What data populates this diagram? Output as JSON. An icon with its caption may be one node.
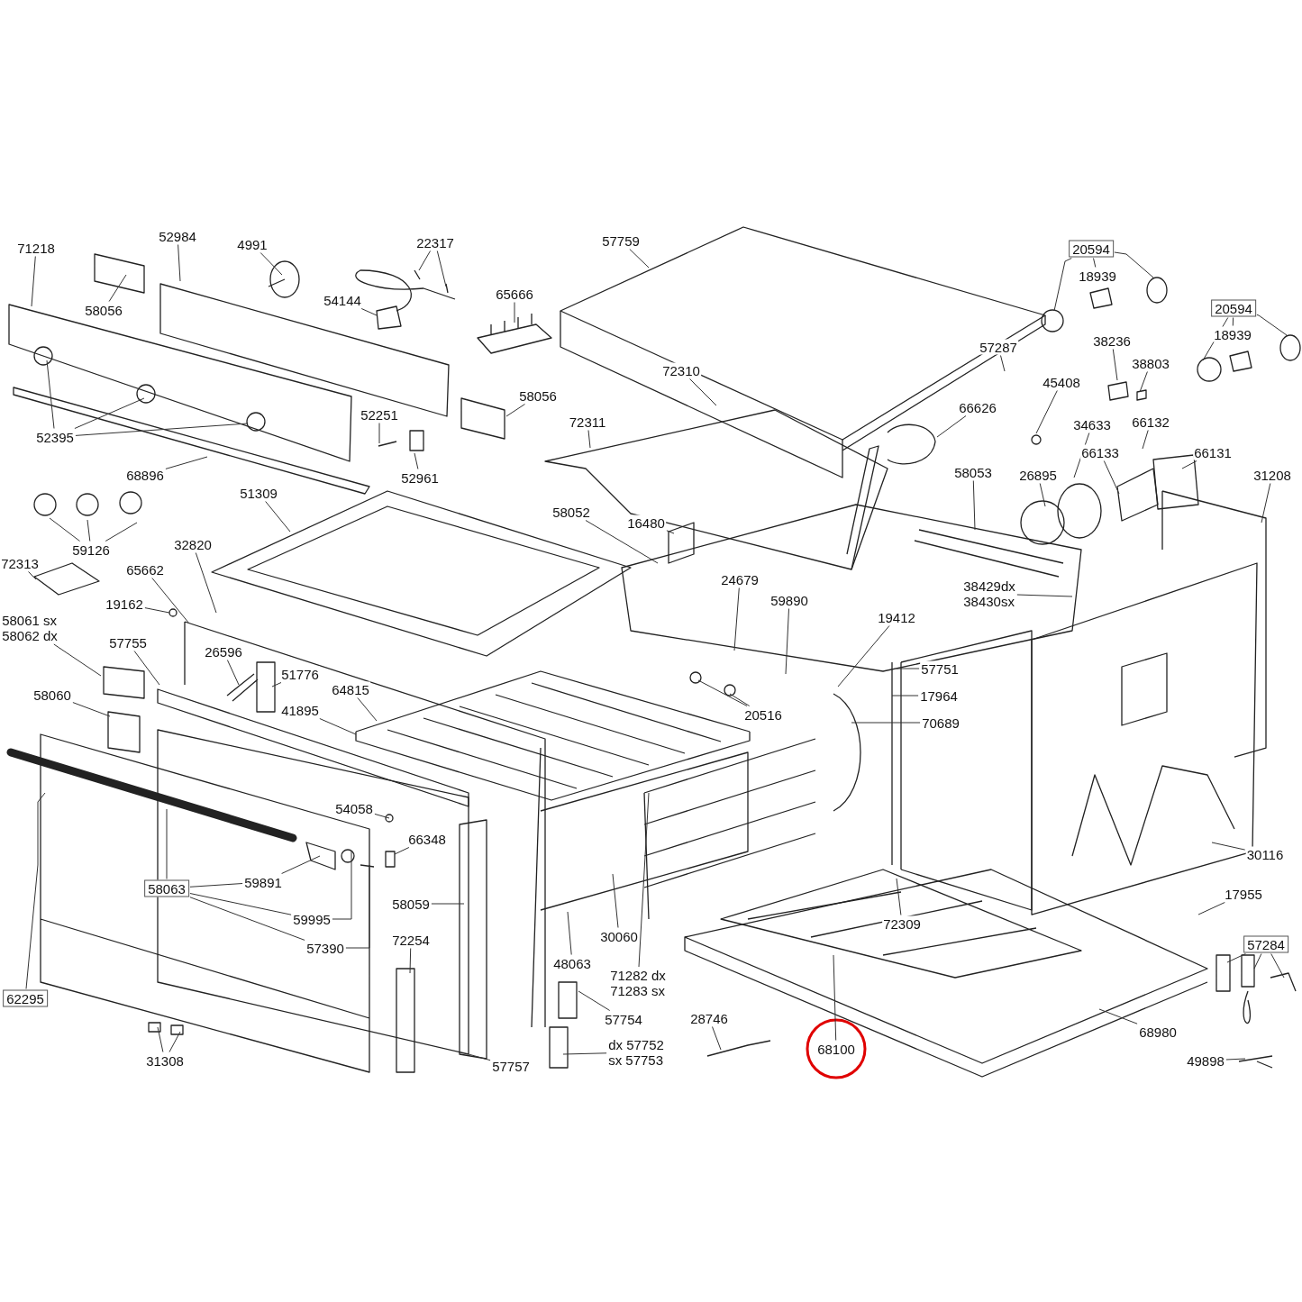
{
  "diagram": {
    "nodes": [
      {
        "text": [
          "71218"
        ]
      },
      {
        "text": [
          "52984"
        ]
      },
      {
        "text": [
          "4991"
        ]
      },
      {
        "text": [
          "22317"
        ]
      },
      {
        "text": [
          "58056"
        ]
      },
      {
        "text": [
          "54144"
        ]
      },
      {
        "text": [
          "65666"
        ]
      },
      {
        "text": [
          "57759"
        ]
      },
      {
        "text": [
          "20594"
        ]
      },
      {
        "text": [
          "18939"
        ]
      },
      {
        "text": [
          "72310"
        ]
      },
      {
        "text": [
          "57287"
        ]
      },
      {
        "text": [
          "38236"
        ]
      },
      {
        "text": [
          "20594"
        ]
      },
      {
        "text": [
          "18939"
        ]
      },
      {
        "text": [
          "38803"
        ]
      },
      {
        "text": [
          "58056"
        ]
      },
      {
        "text": [
          "45408"
        ]
      },
      {
        "text": [
          "52251"
        ]
      },
      {
        "text": [
          "66626"
        ]
      },
      {
        "text": [
          "72311"
        ]
      },
      {
        "text": [
          "34633"
        ]
      },
      {
        "text": [
          "66132"
        ]
      },
      {
        "text": [
          "52395"
        ]
      },
      {
        "text": [
          "66133"
        ]
      },
      {
        "text": [
          "66131"
        ]
      },
      {
        "text": [
          "26895"
        ]
      },
      {
        "text": [
          "58053"
        ]
      },
      {
        "text": [
          "31208"
        ]
      },
      {
        "text": [
          "68896"
        ]
      },
      {
        "text": [
          "52961"
        ]
      },
      {
        "text": [
          "51309"
        ]
      },
      {
        "text": [
          "58052"
        ]
      },
      {
        "text": [
          "16480"
        ]
      },
      {
        "text": [
          "59126"
        ]
      },
      {
        "text": [
          "32820"
        ]
      },
      {
        "text": [
          "72313"
        ]
      },
      {
        "text": [
          "65662"
        ]
      },
      {
        "text": [
          "24679"
        ]
      },
      {
        "text": [
          "59890"
        ]
      },
      {
        "text": [
          "38429dx",
          "38430sx"
        ]
      },
      {
        "text": [
          "19162"
        ]
      },
      {
        "text": [
          "19412"
        ]
      },
      {
        "text": [
          "58061 sx",
          "58062 dx"
        ]
      },
      {
        "text": [
          "57755"
        ]
      },
      {
        "text": [
          "26596"
        ]
      },
      {
        "text": [
          "51776"
        ]
      },
      {
        "text": [
          "57751"
        ]
      },
      {
        "text": [
          "58060"
        ]
      },
      {
        "text": [
          "64815"
        ]
      },
      {
        "text": [
          "17964"
        ]
      },
      {
        "text": [
          "41895"
        ]
      },
      {
        "text": [
          "20516"
        ]
      },
      {
        "text": [
          "70689"
        ]
      },
      {
        "text": [
          "54058"
        ]
      },
      {
        "text": [
          "66348"
        ]
      },
      {
        "text": [
          "30116"
        ]
      },
      {
        "text": [
          "59891"
        ]
      },
      {
        "text": [
          "58063"
        ]
      },
      {
        "text": [
          "17955"
        ]
      },
      {
        "text": [
          "59995"
        ]
      },
      {
        "text": [
          "58059"
        ]
      },
      {
        "text": [
          "72309"
        ]
      },
      {
        "text": [
          "30060"
        ]
      },
      {
        "text": [
          "72254"
        ]
      },
      {
        "text": [
          "57284"
        ]
      },
      {
        "text": [
          "57390"
        ]
      },
      {
        "text": [
          "48063"
        ]
      },
      {
        "text": [
          "71282 dx",
          "71283 sx"
        ]
      },
      {
        "text": [
          "62295"
        ]
      },
      {
        "text": [
          "57754"
        ]
      },
      {
        "text": [
          "28746"
        ]
      },
      {
        "text": [
          "68980"
        ]
      },
      {
        "text": [
          "dx 57752",
          "sx 57753"
        ]
      },
      {
        "text": [
          "68100"
        ]
      },
      {
        "text": [
          "31308"
        ]
      },
      {
        "text": [
          "57757"
        ]
      },
      {
        "text": [
          "49898"
        ]
      }
    ],
    "edges": [
      {
        "from": 0,
        "to": null,
        "arrow": "none"
      },
      {
        "from": 1,
        "to": null,
        "arrow": "none"
      },
      {
        "from": 2,
        "to": null,
        "arrow": "none"
      },
      {
        "from": 3,
        "to": null,
        "arrow": "none"
      },
      {
        "from": 3,
        "to": null,
        "arrow": "none"
      },
      {
        "from": 4,
        "to": null,
        "arrow": "none"
      },
      {
        "from": 5,
        "to": null,
        "arrow": "none"
      },
      {
        "from": 6,
        "to": null,
        "arrow": "none"
      },
      {
        "from": 7,
        "to": null,
        "arrow": "none"
      },
      {
        "from": 8,
        "to": null,
        "arrow": "none"
      },
      {
        "from": 8,
        "to": null,
        "arrow": "none"
      },
      {
        "from": 8,
        "to": 9,
        "arrow": "none"
      },
      {
        "from": 10,
        "to": null,
        "arrow": "none"
      },
      {
        "from": 11,
        "to": null,
        "arrow": "none"
      },
      {
        "from": 12,
        "to": null,
        "arrow": "none"
      },
      {
        "from": 13,
        "to": null,
        "arrow": "none"
      },
      {
        "from": 13,
        "to": null,
        "arrow": "none"
      },
      {
        "from": 13,
        "to": 14,
        "arrow": "none"
      },
      {
        "from": 15,
        "to": null,
        "arrow": "none"
      },
      {
        "from": 16,
        "to": null,
        "arrow": "none"
      },
      {
        "from": 17,
        "to": null,
        "arrow": "none"
      },
      {
        "from": 18,
        "to": null,
        "arrow": "none"
      },
      {
        "from": 19,
        "to": null,
        "arrow": "none"
      },
      {
        "from": 20,
        "to": null,
        "arrow": "none"
      },
      {
        "from": 21,
        "to": null,
        "arrow": "none"
      },
      {
        "from": 22,
        "to": null,
        "arrow": "none"
      },
      {
        "from": 23,
        "to": null,
        "arrow": "none"
      },
      {
        "from": 23,
        "to": null,
        "arrow": "none"
      },
      {
        "from": 23,
        "to": null,
        "arrow": "none"
      },
      {
        "from": 24,
        "to": null,
        "arrow": "none"
      },
      {
        "from": 25,
        "to": null,
        "arrow": "none"
      },
      {
        "from": 26,
        "to": null,
        "arrow": "none"
      },
      {
        "from": 27,
        "to": null,
        "arrow": "none"
      },
      {
        "from": 28,
        "to": null,
        "arrow": "none"
      },
      {
        "from": 29,
        "to": null,
        "arrow": "none"
      },
      {
        "from": 30,
        "to": null,
        "arrow": "none"
      },
      {
        "from": 31,
        "to": null,
        "arrow": "none"
      },
      {
        "from": 32,
        "to": null,
        "arrow": "none"
      },
      {
        "from": 33,
        "to": null,
        "arrow": "none"
      },
      {
        "from": 34,
        "to": null,
        "arrow": "none"
      },
      {
        "from": 34,
        "to": null,
        "arrow": "none"
      },
      {
        "from": 34,
        "to": null,
        "arrow": "none"
      },
      {
        "from": 35,
        "to": null,
        "arrow": "none"
      },
      {
        "from": 36,
        "to": null,
        "arrow": "none"
      },
      {
        "from": 37,
        "to": null,
        "arrow": "none"
      },
      {
        "from": 38,
        "to": null,
        "arrow": "none"
      },
      {
        "from": 39,
        "to": null,
        "arrow": "none"
      },
      {
        "from": 40,
        "to": null,
        "arrow": "none"
      },
      {
        "from": 41,
        "to": null,
        "arrow": "none"
      },
      {
        "from": 42,
        "to": null,
        "arrow": "none"
      },
      {
        "from": 43,
        "to": null,
        "arrow": "none"
      },
      {
        "from": 44,
        "to": null,
        "arrow": "none"
      },
      {
        "from": 45,
        "to": null,
        "arrow": "none"
      },
      {
        "from": 46,
        "to": null,
        "arrow": "none"
      },
      {
        "from": 47,
        "to": null,
        "arrow": "none"
      },
      {
        "from": 48,
        "to": null,
        "arrow": "none"
      },
      {
        "from": 49,
        "to": null,
        "arrow": "none"
      },
      {
        "from": 50,
        "to": null,
        "arrow": "none"
      },
      {
        "from": 51,
        "to": null,
        "arrow": "none"
      },
      {
        "from": 52,
        "to": null,
        "arrow": "none"
      },
      {
        "from": 52,
        "to": null,
        "arrow": "none"
      },
      {
        "from": 53,
        "to": null,
        "arrow": "none"
      },
      {
        "from": 54,
        "to": null,
        "arrow": "none"
      },
      {
        "from": 55,
        "to": null,
        "arrow": "none"
      },
      {
        "from": 56,
        "to": null,
        "arrow": "none"
      },
      {
        "from": 57,
        "to": null,
        "arrow": "none"
      },
      {
        "from": 58,
        "to": null,
        "arrow": "none"
      },
      {
        "from": 58,
        "to": 57,
        "arrow": "none"
      },
      {
        "from": 58,
        "to": 60,
        "arrow": "none"
      },
      {
        "from": 58,
        "to": 66,
        "arrow": "none"
      },
      {
        "from": 59,
        "to": null,
        "arrow": "none"
      },
      {
        "from": 60,
        "to": null,
        "arrow": "none"
      },
      {
        "from": 61,
        "to": null,
        "arrow": "none"
      },
      {
        "from": 62,
        "to": null,
        "arrow": "none"
      },
      {
        "from": 63,
        "to": null,
        "arrow": "none"
      },
      {
        "from": 64,
        "to": null,
        "arrow": "none"
      },
      {
        "from": 65,
        "to": null,
        "arrow": "none"
      },
      {
        "from": 65,
        "to": null,
        "arrow": "none"
      },
      {
        "from": 65,
        "to": null,
        "arrow": "none"
      },
      {
        "from": 66,
        "to": null,
        "arrow": "none"
      },
      {
        "from": 67,
        "to": null,
        "arrow": "none"
      },
      {
        "from": 68,
        "to": null,
        "arrow": "none"
      },
      {
        "from": 69,
        "to": null,
        "arrow": "none"
      },
      {
        "from": 70,
        "to": null,
        "arrow": "none"
      },
      {
        "from": 71,
        "to": null,
        "arrow": "none"
      },
      {
        "from": 72,
        "to": null,
        "arrow": "none"
      },
      {
        "from": 73,
        "to": null,
        "arrow": "none"
      },
      {
        "from": 74,
        "to": null,
        "arrow": "none"
      },
      {
        "from": 75,
        "to": null,
        "arrow": "none"
      },
      {
        "from": 75,
        "to": null,
        "arrow": "none"
      },
      {
        "from": 76,
        "to": null,
        "arrow": "none"
      },
      {
        "from": 77,
        "to": null,
        "arrow": "none"
      }
    ]
  }
}
